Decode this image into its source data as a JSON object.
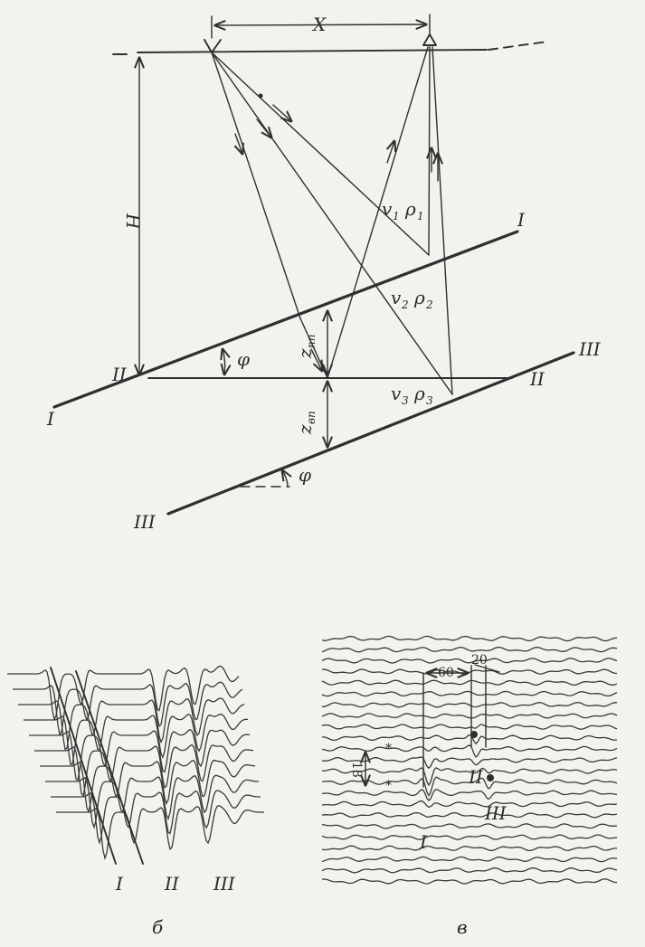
{
  "top_diagram": {
    "offset_label": "X",
    "depth_label": "H",
    "boundary_labels": [
      "I",
      "I",
      "II",
      "II",
      "III",
      "III"
    ],
    "layer_labels": [
      {
        "v": "v",
        "vi": "1",
        "r": "ρ",
        "ri": "1"
      },
      {
        "v": "v",
        "vi": "2",
        "r": "ρ",
        "ri": "2"
      },
      {
        "v": "v",
        "vi": "3",
        "r": "ρ",
        "ri": "3"
      }
    ],
    "angle_label": "φ",
    "angle_label_lower": "φ",
    "z_pp": {
      "main": "z",
      "sub": "пп"
    },
    "z_vp": {
      "main": "z",
      "sub": "вп"
    }
  },
  "seismogram_b": {
    "panel_label": "б",
    "wave_labels": [
      "I",
      "II",
      "III"
    ]
  },
  "seismogram_v": {
    "panel_label": "в",
    "interval_60": "60",
    "interval_20": "20",
    "interval_18": "18",
    "star": "*",
    "wave_labels": [
      "I",
      "II",
      "III"
    ]
  }
}
